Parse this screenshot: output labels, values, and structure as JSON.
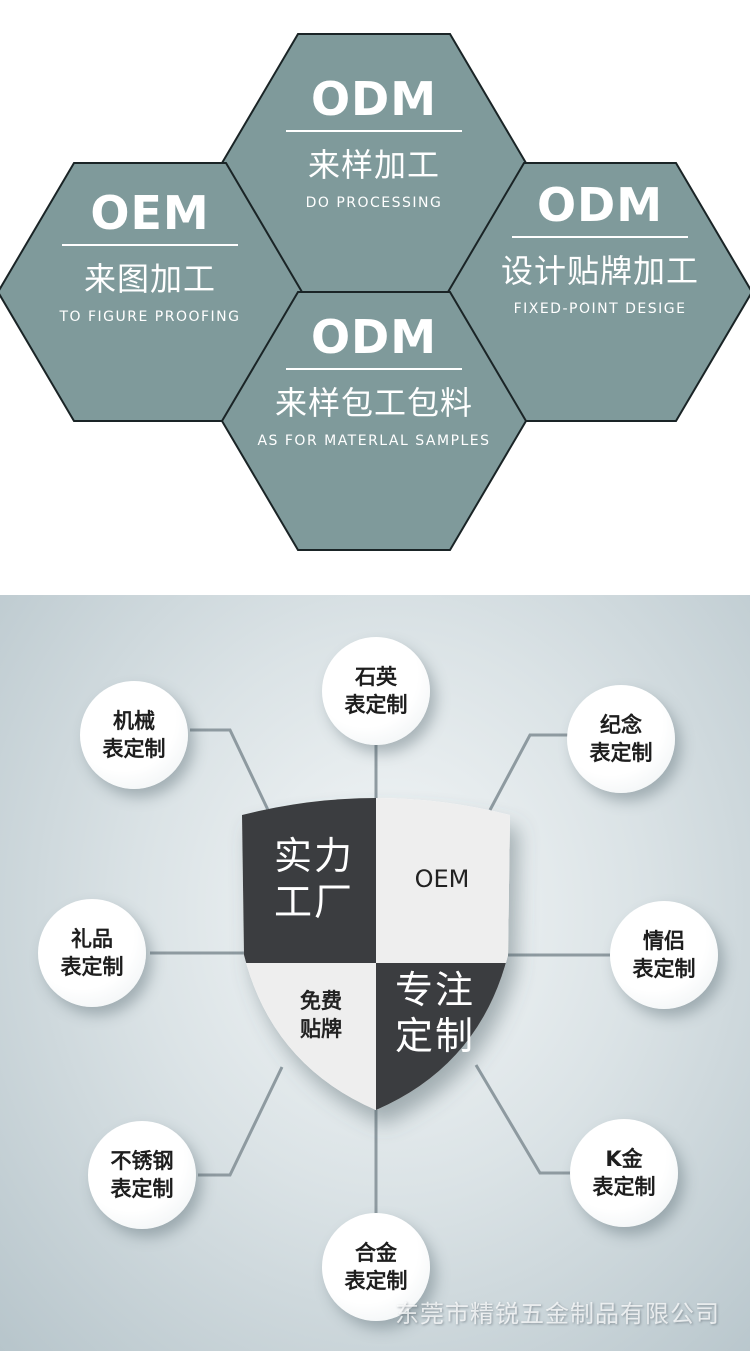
{
  "hexagons": [
    {
      "title": "ODM",
      "cn": "来样加工",
      "en": "DO PROCESSING"
    },
    {
      "title": "OEM",
      "cn": "来图加工",
      "en": "TO FIGURE PROOFING"
    },
    {
      "title": "ODM",
      "cn": "设计贴牌加工",
      "en": "FIXED-POINT DESIGE"
    },
    {
      "title": "ODM",
      "cn": "来样包工包料",
      "en": "AS FOR MATERLAL SAMPLES"
    }
  ],
  "colors": {
    "hex_fill": "#7f9a9b",
    "hex_stroke": "#1a2426",
    "shield_dark": "#3a3d3f",
    "shield_light": "#eeeeee",
    "connector": "#8e9aa0"
  },
  "shield": {
    "top_left": [
      "实力",
      "工厂"
    ],
    "top_right": "OEM",
    "bottom_left": [
      "免费",
      "贴牌"
    ],
    "bottom_right": [
      "专注",
      "定制"
    ]
  },
  "bubbles": [
    {
      "id": "quartz",
      "lines": [
        "石英",
        "表定制"
      ]
    },
    {
      "id": "mechanical",
      "lines": [
        "机械",
        "表定制"
      ]
    },
    {
      "id": "souvenir",
      "lines": [
        "纪念",
        "表定制"
      ]
    },
    {
      "id": "gift",
      "lines": [
        "礼品",
        "表定制"
      ]
    },
    {
      "id": "couple",
      "lines": [
        "情侣",
        "表定制"
      ]
    },
    {
      "id": "stainless",
      "lines": [
        "不锈钢",
        "表定制"
      ]
    },
    {
      "id": "kgold",
      "lines": [
        "K金",
        "表定制"
      ]
    },
    {
      "id": "alloy",
      "lines": [
        "合金",
        "表定制"
      ]
    }
  ],
  "watermark": "东莞市精锐五金制品有限公司"
}
